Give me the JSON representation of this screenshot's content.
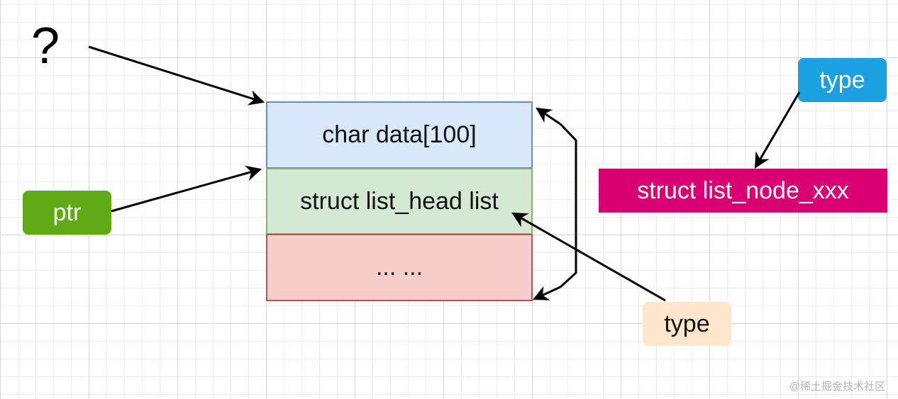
{
  "diagram": {
    "question_mark": "?",
    "struct_fields": {
      "data": "char data[100]",
      "list": "struct list_head list",
      "rest": "... ..."
    },
    "ptr_label": "ptr",
    "type_top_label": "type",
    "type_bottom_label": "type",
    "node_label": "struct list_node_xxx"
  },
  "watermark": "@稀土掘金技术社区",
  "colors": {
    "data_fill": "#dae8fc",
    "data_border": "#6c8ebf",
    "list_fill": "#d5e8d4",
    "list_border": "#82b366",
    "rest_fill": "#f8cecc",
    "rest_border": "#b85450",
    "ptr_fill": "#60a917",
    "type_top_fill": "#1ba1e2",
    "type_bottom_fill": "#ffe6cc",
    "node_fill": "#d80073"
  }
}
